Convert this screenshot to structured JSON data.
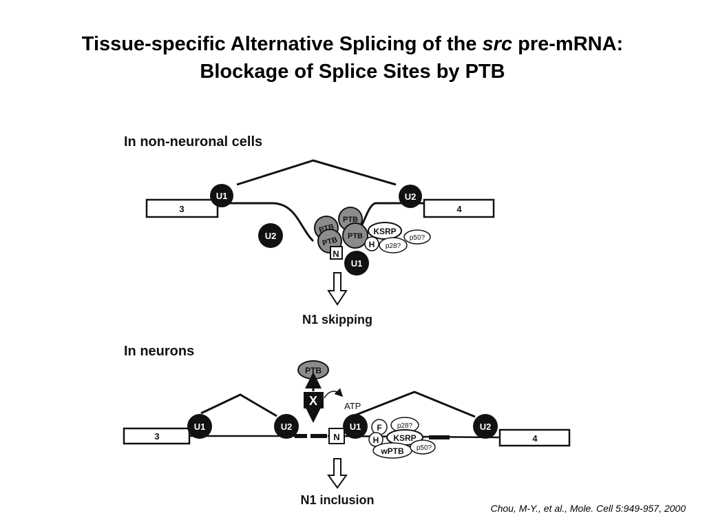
{
  "title": {
    "line1_prefix": "Tissue-specific Alternative Splicing of  the ",
    "line1_italic": "src",
    "line1_suffix": " pre-mRNA:",
    "line2": "Blockage of Splice Sites by PTB"
  },
  "citation": "Chou, M-Y., et al., Mole. Cell 5:949-957, 2000",
  "figure": {
    "non_neuronal": {
      "heading": "In non-neuronal cells",
      "exon_left": "3",
      "exon_right": "4",
      "u1_left": "U1",
      "u2_right": "U2",
      "u2_free": "U2",
      "ptb_labels": [
        "PTB",
        "PTB",
        "PTB",
        "PTB"
      ],
      "ksrp": "KSRP",
      "p50": "p50?",
      "h": "H",
      "p28": "p28?",
      "n_exon": "N",
      "u1_n": "U1",
      "outcome": "N1 skipping"
    },
    "neurons": {
      "heading": "In neurons",
      "ptb": "PTB",
      "x": "X",
      "atp": "ATP",
      "exon_left": "3",
      "exon_right": "4",
      "u1_left": "U1",
      "u2_mid": "U2",
      "u1_n": "U1",
      "u2_right": "U2",
      "n_exon": "N",
      "f": "F",
      "p28": "p28?",
      "h": "H",
      "ksrp": "KSRP",
      "wptb": "wPTB",
      "p50": "p50?",
      "outcome": "N1 inclusion"
    }
  },
  "colors": {
    "background": "#ffffff",
    "ink": "#111111",
    "ptb_fill": "#8c8c8c"
  }
}
